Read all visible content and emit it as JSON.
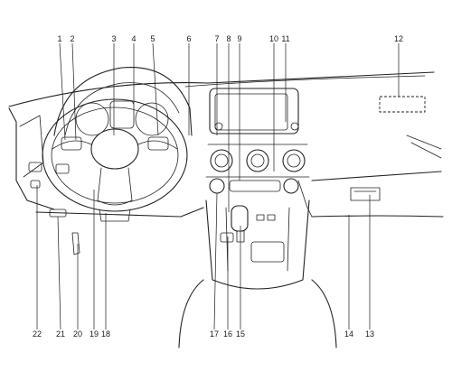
{
  "callouts": [
    {
      "id": "1",
      "text": "1"
    },
    {
      "id": "2",
      "text": "2"
    },
    {
      "id": "3",
      "text": "3"
    },
    {
      "id": "4",
      "text": "4"
    },
    {
      "id": "5",
      "text": "5"
    },
    {
      "id": "6",
      "text": "6"
    },
    {
      "id": "7",
      "text": "7"
    },
    {
      "id": "8",
      "text": "8"
    },
    {
      "id": "9",
      "text": "9"
    },
    {
      "id": "10",
      "text": "10"
    },
    {
      "id": "11",
      "text": "11"
    },
    {
      "id": "12",
      "text": "12"
    },
    {
      "id": "13",
      "text": "13"
    },
    {
      "id": "14",
      "text": "14"
    },
    {
      "id": "15",
      "text": "15"
    },
    {
      "id": "16",
      "text": "16"
    },
    {
      "id": "17",
      "text": "17"
    },
    {
      "id": "18",
      "text": "18"
    },
    {
      "id": "19",
      "text": "19"
    },
    {
      "id": "20",
      "text": "20"
    },
    {
      "id": "21",
      "text": "21"
    },
    {
      "id": "22",
      "text": "22"
    }
  ],
  "colors": {
    "line": "#222222",
    "background": "#ffffff"
  }
}
